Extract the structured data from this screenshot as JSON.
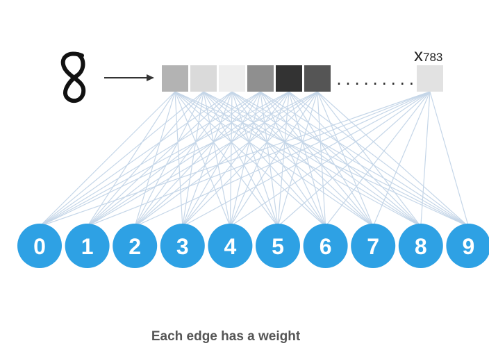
{
  "diagram": {
    "input_digit_image": "8",
    "input_vector": {
      "shades": [
        "#b3b3b3",
        "#dadada",
        "#eeeeee",
        "#8f8f8f",
        "#333333",
        "#555555"
      ],
      "ellipsis": "..........",
      "last_cell_shade": "#e2e2e2",
      "last_cell_label": "x",
      "last_cell_label_subscript": "783"
    },
    "outputs": [
      "0",
      "1",
      "2",
      "3",
      "4",
      "5",
      "6",
      "7",
      "8",
      "9"
    ],
    "node_color": "#2ea1e4",
    "edge_color": "#c5d6e8"
  },
  "caption": "Each edge has a weight"
}
